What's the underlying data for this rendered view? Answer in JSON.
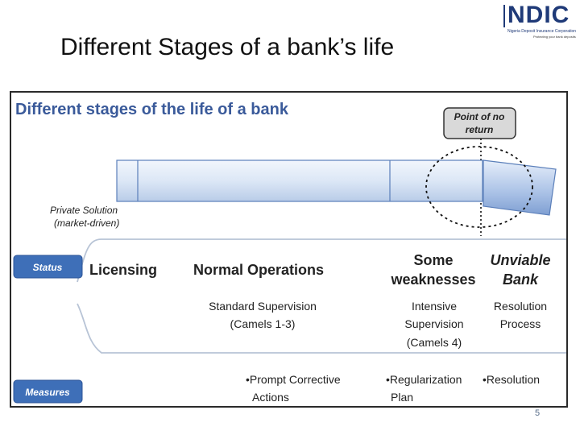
{
  "slide": {
    "title": "Different Stages of a bank’s life",
    "page_number": "5"
  },
  "logo": {
    "text": "NDIC",
    "tagline": "Nigeria Deposit Insurance Corporation",
    "motto": "Protecting your bank deposits",
    "color": "#1f3a78"
  },
  "diagram": {
    "title": "Different stages of the life of a bank",
    "point_of_no_return": [
      "Point of no",
      "return"
    ],
    "private_solution": [
      "Private Solution",
      "(market-driven)"
    ],
    "status_label": "Status",
    "measures_label": "Measures",
    "stages": [
      {
        "status": [
          "Licensing"
        ],
        "supervision": [],
        "measures": []
      },
      {
        "status": [
          "Normal Operations"
        ],
        "supervision": [
          "Standard Supervision",
          "(Camels 1-3)"
        ],
        "measures": [
          "•Prompt Corrective",
          "Actions"
        ]
      },
      {
        "status": [
          "Some",
          "weaknesses"
        ],
        "supervision": [
          "Intensive",
          "Supervision",
          "(Camels 4)"
        ],
        "measures": [
          "•Regularization",
          "Plan"
        ]
      },
      {
        "status": [
          "Unviable",
          "Bank"
        ],
        "supervision": [
          "Resolution",
          "Process"
        ],
        "measures": [
          "•Resolution"
        ]
      }
    ],
    "colors": {
      "title": "#3a5a9a",
      "badge": "#3e6fb8",
      "bar_fill": "#dbe6f6",
      "bar_edge": "#5b7fba",
      "label_bg": "#d9d9d9"
    }
  }
}
